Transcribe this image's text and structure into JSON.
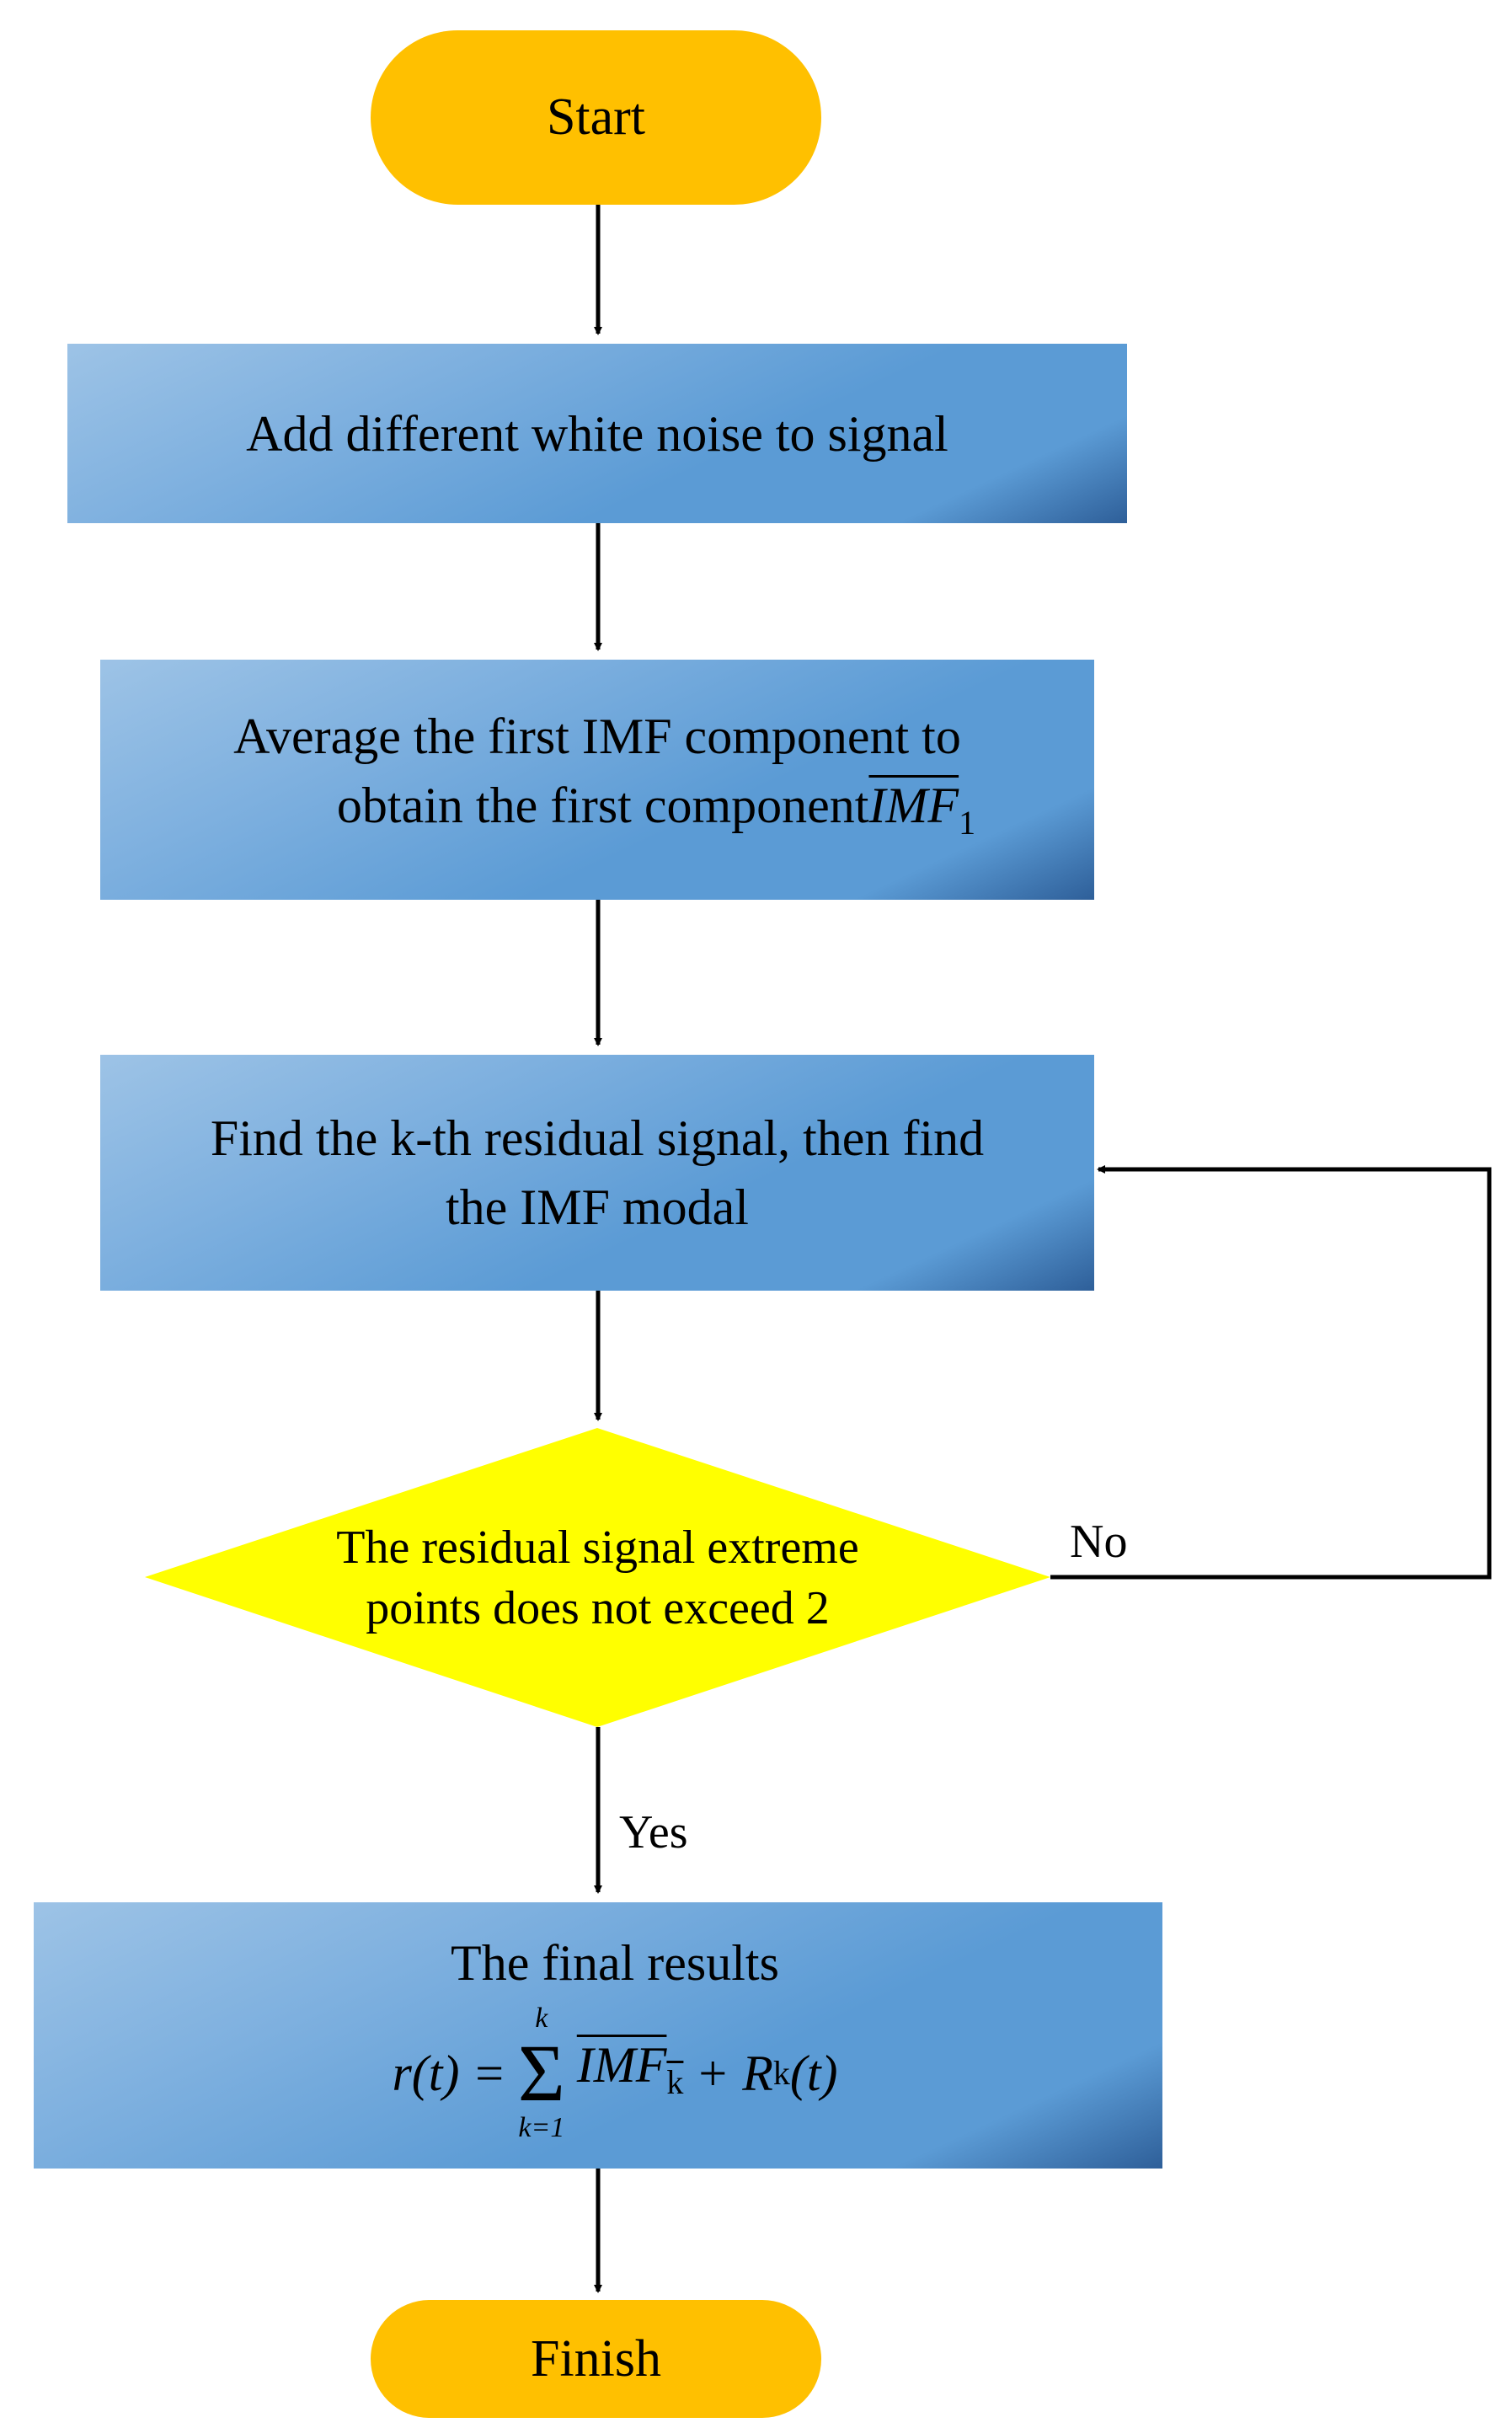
{
  "flowchart": {
    "start": {
      "label": "Start"
    },
    "step1": {
      "label": "Add different white noise to signal"
    },
    "step2": {
      "line1": "Average the first IMF component to",
      "line2_prefix": "obtain the first component",
      "math_symbol": "IMF",
      "math_subscript": "1"
    },
    "step3": {
      "line1": "Find the k-th residual signal, then find",
      "line2": "the IMF modal"
    },
    "decision": {
      "line1": "The residual signal extreme",
      "line2": "points does not exceed 2",
      "no_label": "No",
      "yes_label": "Yes"
    },
    "result": {
      "title": "The final results",
      "formula": {
        "lhs": "r(t) =",
        "sum_upper": "k",
        "sum_lower": "k=1",
        "sigma": "Σ",
        "term_symbol": "IMF",
        "term_subscript": "k",
        "plus": "+",
        "residual_symbol": "R",
        "residual_subscript": "k",
        "residual_arg": "(t)"
      }
    },
    "finish": {
      "label": "Finish"
    }
  },
  "colors": {
    "terminal_fill": "#ffc000",
    "process_fill": "#5b9bd5",
    "process_light": "#9dc3e6",
    "process_dark": "#2e5f99",
    "decision_fill": "#ffff00",
    "connector": "#000000"
  }
}
